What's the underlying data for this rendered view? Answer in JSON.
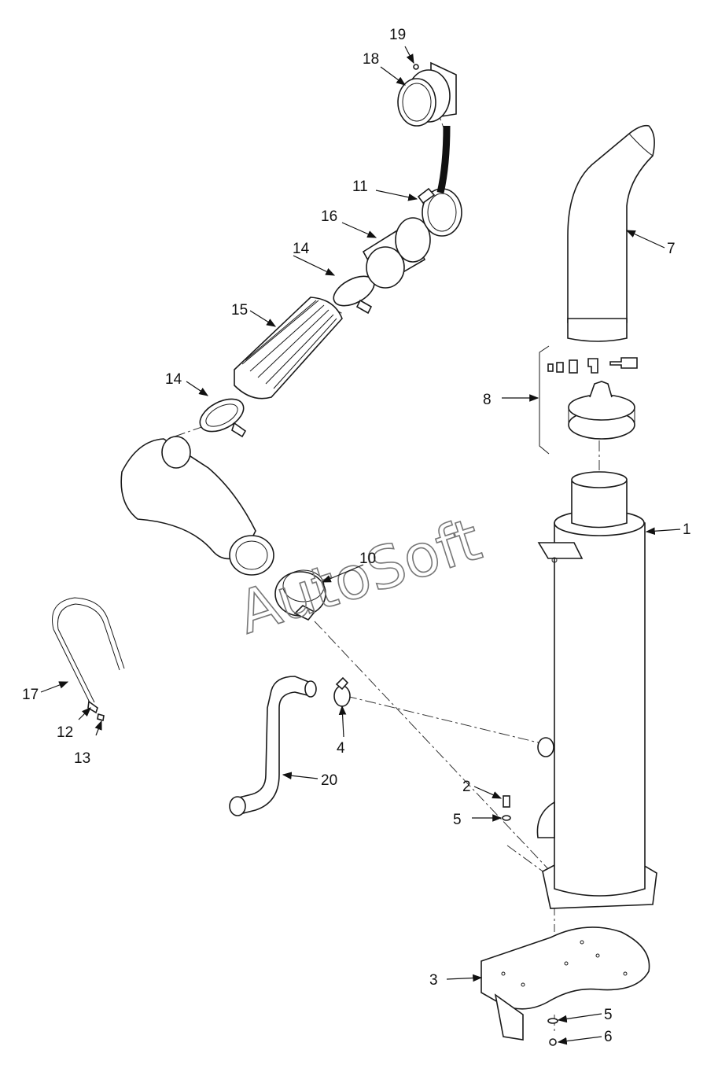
{
  "watermark": "AutoSoft",
  "callouts": {
    "c1": "1",
    "c2": "2",
    "c3": "3",
    "c4": "4",
    "c5a": "5",
    "c5b": "5",
    "c6": "6",
    "c7": "7",
    "c8": "8",
    "c10": "10",
    "c11": "11",
    "c12": "12",
    "c13": "13",
    "c14a": "14",
    "c14b": "14",
    "c15": "15",
    "c16": "16",
    "c17": "17",
    "c18": "18",
    "c19": "19",
    "c20": "20"
  }
}
